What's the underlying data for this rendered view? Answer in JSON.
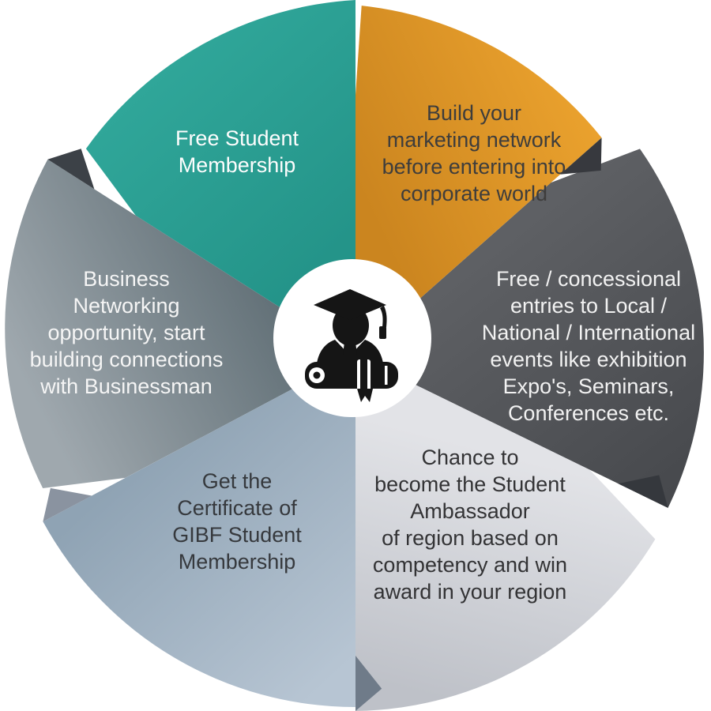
{
  "diagram": {
    "type": "pinwheel-infographic",
    "background": "#FFFFFF",
    "center_icon": "graduate-student",
    "center_circle_color": "#FFFFFF",
    "icon_color": "#151515",
    "segments": [
      {
        "name": "free-student-membership",
        "label": "Free Student\nMembership",
        "text_color": "#FDFDFD",
        "fill_from": "#31A89B",
        "fill_to": "#249489",
        "fold_color": null
      },
      {
        "name": "build-marketing-network",
        "label": "Build your\nmarketing network\nbefore entering into\ncorporate world",
        "text_color": "#3E3D3C",
        "fill_from": "#CB851F",
        "fill_to": "#EDA42F",
        "fold_color": "#37393E"
      },
      {
        "name": "free-concessional-entries",
        "label": "Free / concessional\nentries to Local /\nNational / International\nevents like exhibition\nExpo's, Seminars,\nConferences etc.",
        "text_color": "#F2F2F2",
        "fill_from": "#5E6064",
        "fill_to": "#47494D",
        "fold_color": "#35383D"
      },
      {
        "name": "student-ambassador-chance",
        "label": "Chance to\nbecome the Student\nAmbassador\nof region based on\ncompetency and win\naward in your region",
        "text_color": "#333335",
        "fill_from": "#E2E3E7",
        "fill_to": "#BEC1C8",
        "fold_color": "#6F7B89"
      },
      {
        "name": "gibf-certificate",
        "label": "Get the\nCertificate of\nGIBF Student\nMembership",
        "text_color": "#36393D",
        "fill_from": "#8FA3B4",
        "fill_to": "#B7C5D3",
        "fold_color": "#8A93A0"
      },
      {
        "name": "business-networking",
        "label": "Business\nNetworking\nopportunity, start\nbuilding connections\nwith Businessman",
        "text_color": "#F5F5F5",
        "fill_from": "#57666D",
        "fill_to": "#9FA8AE",
        "fold_color": "#3C4147"
      }
    ]
  }
}
